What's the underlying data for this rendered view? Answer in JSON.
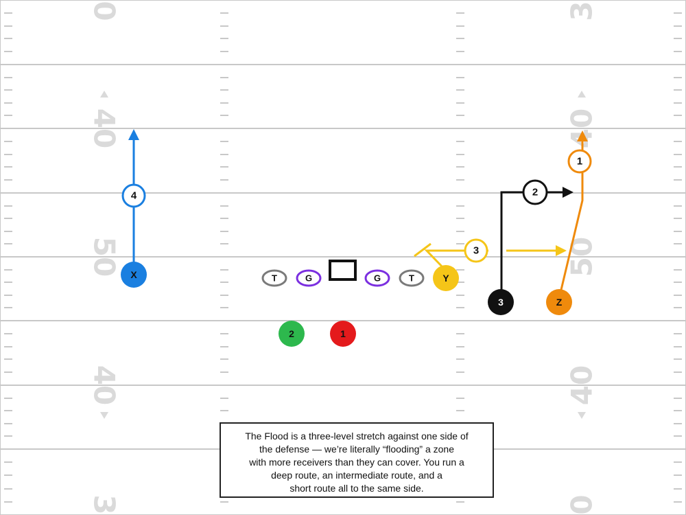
{
  "field": {
    "yard_numbers": {
      "left": [
        "0",
        "40",
        "50",
        "40",
        "3"
      ],
      "right": [
        "3",
        "40",
        "50",
        "40",
        "0"
      ]
    }
  },
  "colors": {
    "yardline": "#c8c8c8",
    "tick": "#c8c8c8",
    "number": "#dadada",
    "lineman_outline": "#7a7a7a",
    "guard_outline": "#7b2fe0",
    "center": "#111111",
    "x_receiver": "#1a7fe0",
    "y_receiver": "#f5c518",
    "z_receiver": "#ef8a0c",
    "slot_receiver": "#111111",
    "back_1": "#e41a1c",
    "back_2": "#2db84d",
    "route_black": "#111111"
  },
  "players": {
    "tackle_left": {
      "label": "T"
    },
    "guard_left": {
      "label": "G"
    },
    "guard_right": {
      "label": "G"
    },
    "tackle_right": {
      "label": "T"
    },
    "x": {
      "label": "X"
    },
    "y": {
      "label": "Y"
    },
    "z": {
      "label": "Z"
    },
    "slot": {
      "label": "3"
    },
    "back_1": {
      "label": "1"
    },
    "back_2": {
      "label": "2"
    }
  },
  "reads": {
    "x_route": "4",
    "y_route": "3",
    "slot_route": "2",
    "z_route": "1"
  },
  "caption": {
    "lines": [
      "The Flood is a three-level stretch against one side of",
      "the defense — we’re literally “flooding” a zone",
      "with more receivers than they can cover. You run a",
      "deep route, an intermediate route, and a",
      "short route all to the same side."
    ]
  }
}
